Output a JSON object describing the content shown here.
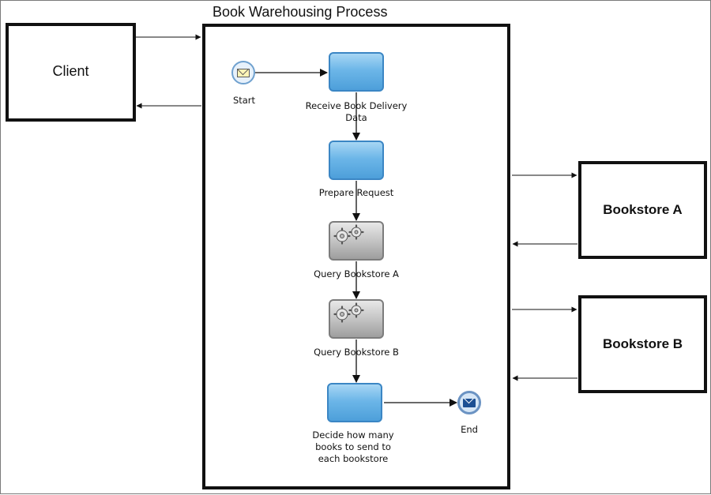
{
  "process": {
    "title": "Book Warehousing Process"
  },
  "participants": {
    "client": "Client",
    "bookstore_a": "Bookstore A",
    "bookstore_b": "Bookstore B"
  },
  "events": {
    "start": "Start",
    "end": "End"
  },
  "tasks": {
    "receive": [
      "Receive Book Delivery",
      "Data"
    ],
    "prepare": [
      "Prepare Request"
    ],
    "query_a": [
      "Query Bookstore A"
    ],
    "query_b": [
      "Query Bookstore B"
    ],
    "decide": [
      "Decide how many",
      "books to send to",
      "each bookstore"
    ]
  },
  "colors": {
    "user_task": "#6cb6e8",
    "service_task": "#c4c4c4",
    "start_event": "#e7f1fb",
    "end_event": "#1c4f93"
  }
}
